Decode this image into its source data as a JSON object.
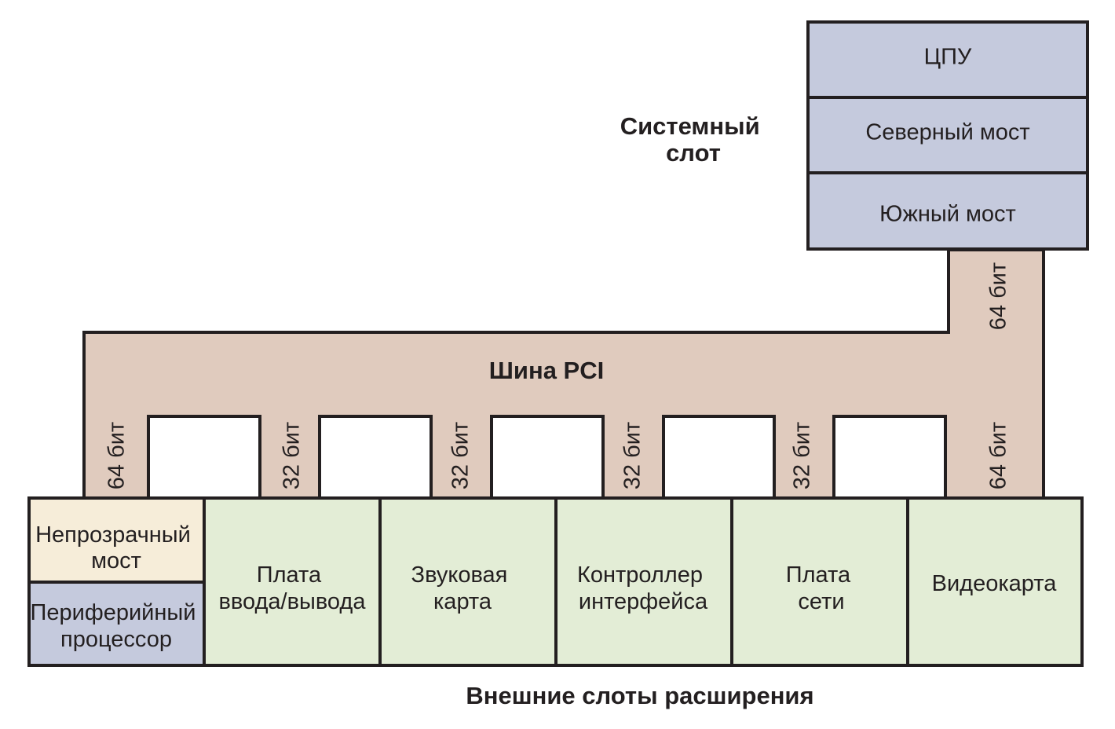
{
  "system_slot": {
    "title_lines": [
      "Системный",
      "слот"
    ],
    "cpu": "ЦПУ",
    "north_bridge": "Северный мост",
    "south_bridge": "Южный мост"
  },
  "bus": {
    "title": "Шина PCI",
    "riser_width": "64 бит",
    "connector_widths": [
      "64 бит",
      "32 бит",
      "32 бит",
      "32 бит",
      "32 бит",
      "64 бит"
    ]
  },
  "slots": {
    "opaque_bridge_lines": [
      "Непрозрачный",
      "мост"
    ],
    "peripheral_processor_lines": [
      "Периферийный",
      "процессор"
    ],
    "cards": [
      {
        "lines": [
          "Плата",
          "ввода/вывода"
        ]
      },
      {
        "lines": [
          "Звуковая",
          "карта"
        ]
      },
      {
        "lines": [
          "Контроллер",
          "интерфейса"
        ]
      },
      {
        "lines": [
          "Плата",
          "сети"
        ]
      },
      {
        "lines": [
          "Видеокарта"
        ]
      }
    ],
    "caption": "Внешние слоты расширения"
  },
  "colors": {
    "system_blocks": "#c5cadd",
    "pci_bus": "#e0cbbe",
    "expansion_slots": "#e3edd6",
    "opaque_bridge": "#f6edd9",
    "peripheral_processor": "#c5cadd",
    "outline": "#231f20"
  }
}
